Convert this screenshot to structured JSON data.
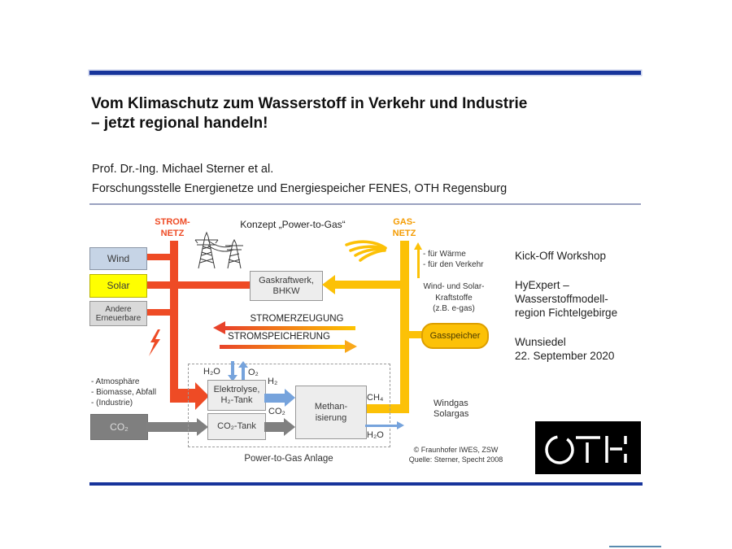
{
  "slide": {
    "title_line1": "Vom Klimaschutz zum Wasserstoff in Verkehr und Industrie",
    "title_line2": "– jetzt regional handeln!",
    "author_line1": "Prof. Dr.-Ing. Michael Sterner et al.",
    "author_line2": "Forschungsstelle Energienetze und Energiespeicher FENES, OTH Regensburg"
  },
  "event_info": {
    "workshop": "Kick-Off Workshop",
    "project_line1": "HyExpert –",
    "project_line2": "Wasserstoffmodell-",
    "project_line3": "region Fichtelgebirge",
    "location": "Wunsiedel",
    "date": "22. September 2020"
  },
  "diagram": {
    "title": "Konzept „Power-to-Gas“",
    "strom_netz_line1": "STROM-",
    "strom_netz_line2": "NETZ",
    "gas_netz_line1": "GAS-",
    "gas_netz_line2": "NETZ",
    "wind": "Wind",
    "solar": "Solar",
    "andere_line1": "Andere",
    "andere_line2": "Erneuerbare",
    "gaskraftwerk_line1": "Gaskraftwerk,",
    "gaskraftwerk_line2": "BHKW",
    "stromerzeugung": "STROMERZEUGUNG",
    "stromspeicherung": "STROMSPEICHERUNG",
    "gas_use_line1": "- für Wärme",
    "gas_use_line2": "- für den Verkehr",
    "kraftstoffe_line1": "Wind- und Solar-",
    "kraftstoffe_line2": "Kraftstoffe",
    "kraftstoffe_line3": "(z.B. e-gas)",
    "gasspeicher": "Gasspeicher",
    "co2_source_line1": "- Atmosphäre",
    "co2_source_line2": "- Biomasse, Abfall",
    "co2_source_line3": "- (Industrie)",
    "co2_box": "CO₂",
    "elektrolyse_line1": "Elektrolyse,",
    "elektrolyse_line2": "H₂-Tank",
    "co2_tank": "CO₂-Tank",
    "methan_line1": "Methan-",
    "methan_line2": "isierung",
    "flow_h2o_in": "H₂O",
    "flow_o2": "O₂",
    "flow_h2": "H₂",
    "flow_co2": "CO₂",
    "flow_ch4": "CH₄",
    "flow_h2o_out": "H₂O",
    "anlage": "Power-to-Gas Anlage",
    "windgas": "Windgas",
    "solargas": "Solargas",
    "credit_line1": "© Fraunhofer IWES, ZSW",
    "credit_line2": "Quelle: Sterner, Specht 2008"
  },
  "logo": {
    "text": "OTH"
  },
  "colors": {
    "accent_bar": "#17349b",
    "divider": "#9aa2c0",
    "strom_red": "#ee4b25",
    "gradient_red": "#e8432a",
    "gas_yellow": "#fcc107",
    "gas_netz_label": "#f49b00",
    "blue_flow": "#76a3dc",
    "gray_flow": "#808080",
    "wind_fill": "#c6d4e6",
    "solar_fill": "#ffff00",
    "andere_fill": "#d9d9d9",
    "box_fill": "#ededed",
    "co2_source_fill": "#7f7f7f",
    "footer_line": "#5a8cb0"
  }
}
